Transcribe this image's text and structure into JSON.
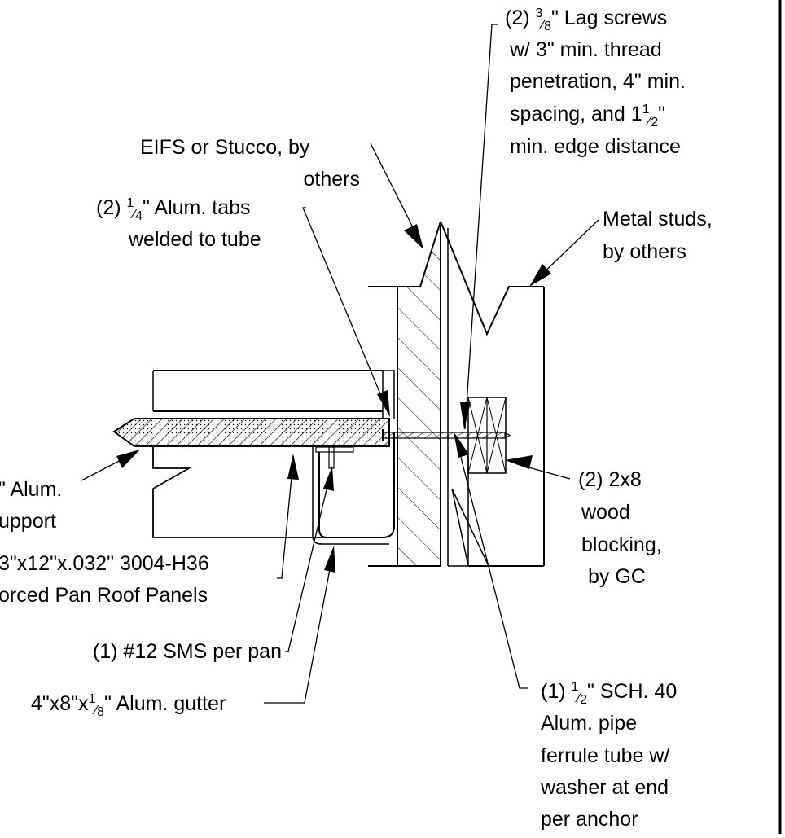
{
  "callouts": {
    "lag_screws": {
      "l1a": "(2) ",
      "l1_num": "3",
      "l1_den": "8",
      "l1b": "\" Lag screws",
      "l2": "w/ 3\" min. thread",
      "l3": "penetration, 4\" min.",
      "l4a": "spacing, and 1",
      "l4_num": "1",
      "l4_den": "2",
      "l4b": "\"",
      "l5": "min. edge distance"
    },
    "eifs": {
      "l1": "EIFS or Stucco, by",
      "l2": "others"
    },
    "alum_tabs": {
      "l1a": "(2) ",
      "l1_num": "1",
      "l1_den": "4",
      "l1b": "\" Alum. tabs",
      "l2": "welded to tube"
    },
    "metal_studs": {
      "l1": "Metal studs,",
      "l2": "by others"
    },
    "alum_support": {
      "l1": "\" Alum.",
      "l2": "upport"
    },
    "roof_panels": {
      "l1": "3\"x12\"x.032\" 3004-H36",
      "l2": "orced Pan Roof Panels"
    },
    "wood_blocking": {
      "l1": "(2) 2x8",
      "l2": "wood",
      "l3": "blocking,",
      "l4": "by GC"
    },
    "sms": {
      "l1": "(1) #12 SMS per pan"
    },
    "gutter": {
      "l1a": "4\"x8\"x",
      "l1_num": "1",
      "l1_den": "8",
      "l1b": "\" Alum. gutter"
    },
    "ferrule": {
      "l1a": "(1) ",
      "l1_num": "1",
      "l1_den": "2",
      "l1b": "\" SCH. 40",
      "l2": "Alum. pipe",
      "l3": "ferrule tube w/",
      "l4": "washer at end",
      "l5": "per anchor"
    }
  },
  "colors": {
    "ink": "#000000",
    "paper": "#ffffff"
  }
}
